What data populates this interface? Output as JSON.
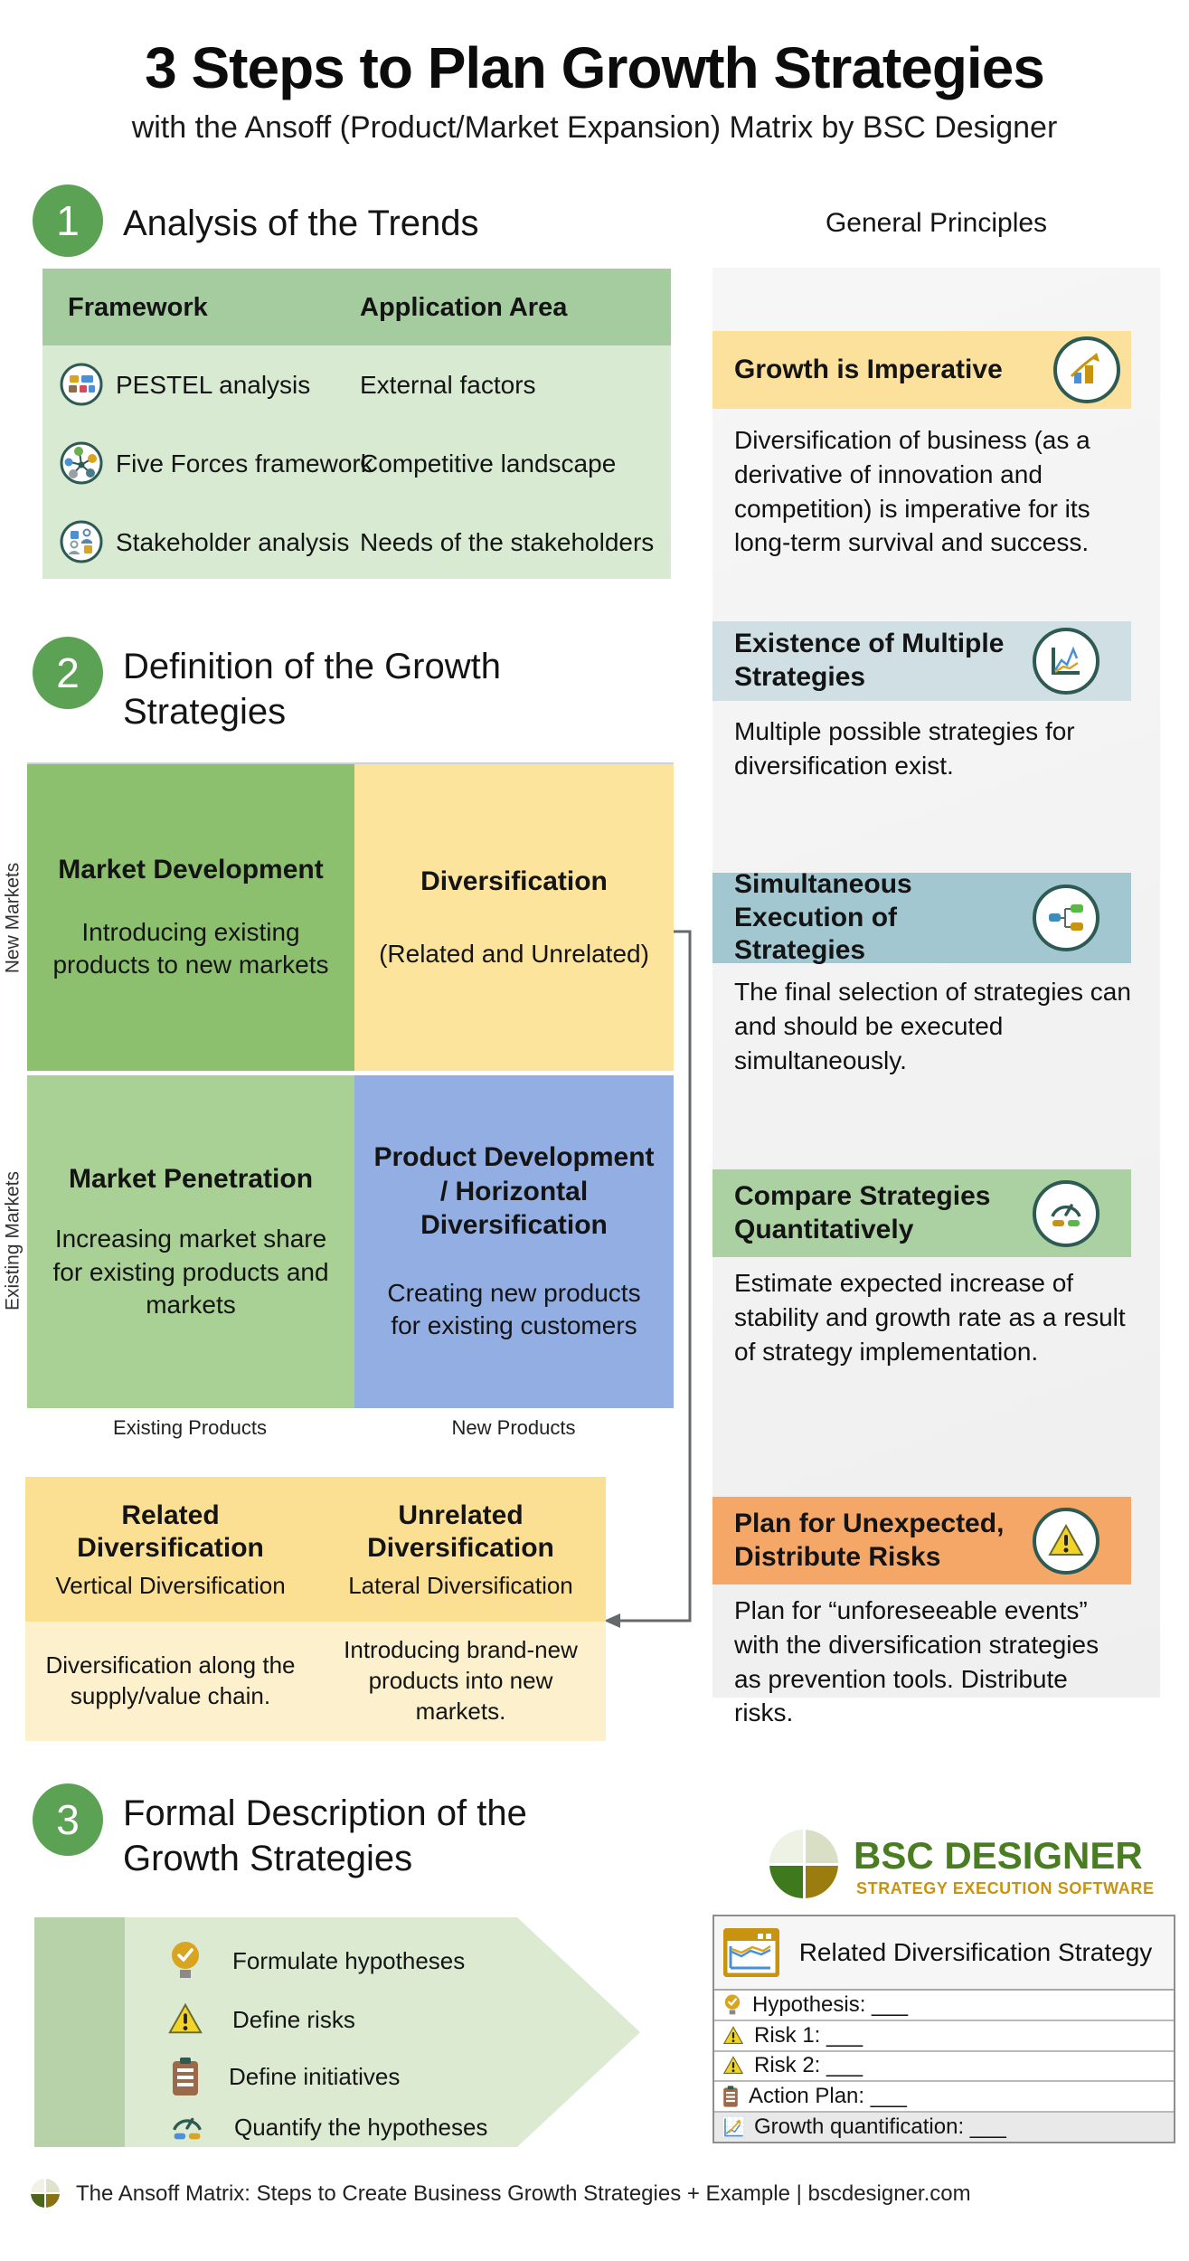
{
  "header": {
    "title": "3 Steps to Plan Growth Strategies",
    "subtitle": "with the Ansoff (Product/Market Expansion) Matrix by BSC Designer"
  },
  "steps": {
    "step1": {
      "number": "1",
      "heading": "Analysis of the Trends"
    },
    "step2": {
      "number": "2",
      "heading": "Definition of the Growth Strategies"
    },
    "step3": {
      "number": "3",
      "heading": "Formal Description of the Growth Strategies"
    }
  },
  "framework_table": {
    "headers": [
      "Framework",
      "Application Area"
    ],
    "rows": [
      {
        "icon": "pestel-icon",
        "framework": "PESTEL analysis",
        "area": "External factors"
      },
      {
        "icon": "five-forces-icon",
        "framework": "Five Forces framework",
        "area": "Competitive landscape"
      },
      {
        "icon": "stakeholder-icon",
        "framework": "Stakeholder analysis",
        "area": "Needs of the stakeholders"
      }
    ]
  },
  "general_principles": {
    "heading": "General Principles",
    "cards": [
      {
        "title": "Growth is Imperative",
        "icon": "growth-bars-icon",
        "header_color": "#fbe19b",
        "body": "Diversification of business (as a derivative of innovation and competition) is imperative for its long-term survival and success."
      },
      {
        "title": "Existence of Multiple Strategies",
        "icon": "line-chart-icon",
        "header_color": "#cfdfe3",
        "body": "Multiple possible strategies for diversification exist."
      },
      {
        "title": "Simultaneous Execution of Strategies",
        "icon": "mindmap-icon",
        "header_color": "#a2c7d0",
        "body": "The final selection of strategies can and should be executed simultaneously."
      },
      {
        "title": "Compare Strategies Quantitatively",
        "icon": "gauge-icon",
        "header_color": "#abd1a2",
        "body": "Estimate expected increase of stability and growth rate as a result of strategy implementation."
      },
      {
        "title": "Plan for Unexpected, Distribute Risks",
        "icon": "warning-icon",
        "header_color": "#f4a766",
        "body": "Plan for “unforeseeable events” with the diversification strategies as prevention tools. Distribute risks."
      }
    ]
  },
  "ansoff_matrix": {
    "y_axis_top": "New Markets",
    "y_axis_bottom": "Existing Markets",
    "x_axis_left": "Existing Products",
    "x_axis_right": "New Products",
    "quadrants": [
      {
        "title": "Market Development",
        "desc": "Introducing existing products to new markets",
        "color": "#8dc06e"
      },
      {
        "title": "Diversification",
        "desc": "(Related and Unrelated)",
        "color": "#fce49d"
      },
      {
        "title": "Market Penetration",
        "desc": "Increasing market share for existing products and markets",
        "color": "#a9d095"
      },
      {
        "title": "Product Development / Horizontal Diversification",
        "desc": "Creating new products for existing customers",
        "color": "#93aee3"
      }
    ]
  },
  "diversification_detail": {
    "cells": [
      {
        "title": "Related Diversification",
        "subtitle": "Vertical Diversification",
        "note": "Diversification along the supply/value chain."
      },
      {
        "title": "Unrelated Diversification",
        "subtitle": "Lateral Diversification",
        "note": "Introducing brand-new products into new markets."
      }
    ]
  },
  "formal_description": {
    "items": [
      {
        "icon": "lightbulb-check-icon",
        "label": "Formulate hypotheses"
      },
      {
        "icon": "warning-icon",
        "label": "Define risks"
      },
      {
        "icon": "clipboard-icon",
        "label": "Define initiatives"
      },
      {
        "icon": "quantify-gauge-icon",
        "label": "Quantify the hypotheses"
      }
    ]
  },
  "brand": {
    "logo_title": "BSC DESIGNER",
    "logo_subtitle": "STRATEGY EXECUTION SOFTWARE"
  },
  "example_card": {
    "title": "Related Diversification Strategy",
    "rows": [
      {
        "icon": "lightbulb-check-icon",
        "label": "Hypothesis: ___"
      },
      {
        "icon": "warning-icon",
        "label": "Risk 1: ___"
      },
      {
        "icon": "warning-icon",
        "label": "Risk 2: ___"
      },
      {
        "icon": "clipboard-icon",
        "label": "Action Plan: ___"
      },
      {
        "icon": "growth-quant-icon",
        "label": "Growth quantification: ___"
      }
    ]
  },
  "footer": {
    "text": "The Ansoff Matrix: Steps to Create Business Growth Strategies + Example | bscdesigner.com"
  },
  "colors": {
    "step_badge": "#5ba255",
    "table_header": "#a4cc9f",
    "table_body": "#d9ead3",
    "panel_bg": "#f3f3f3",
    "detail_top": "#fbdf92",
    "detail_bottom": "#fdf0cd",
    "brand_green": "#4a7d22",
    "brand_gold": "#c8930f",
    "connector": "#66696c"
  }
}
